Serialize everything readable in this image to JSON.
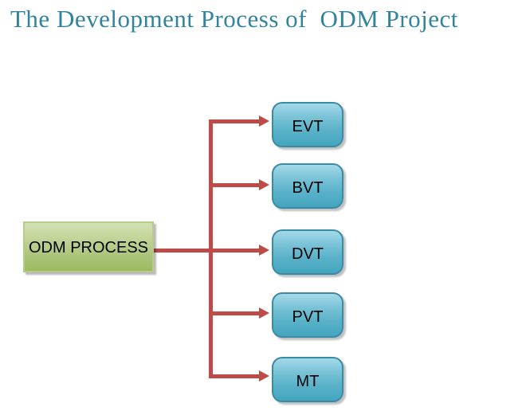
{
  "title": "The Development Process of  ODM Project",
  "diagram": {
    "root": {
      "label": "ODM PROCESS"
    },
    "stages": [
      {
        "label": "EVT"
      },
      {
        "label": "BVT"
      },
      {
        "label": "DVT"
      },
      {
        "label": "PVT"
      },
      {
        "label": "MT"
      }
    ]
  },
  "colors": {
    "title_text": "#31849B",
    "connector": "#BE4B48",
    "root_fill_top": "#D3E1B4",
    "root_fill_bottom": "#9CBA60",
    "root_border": "#B5CC8A",
    "stage_fill_top": "#A5D9E8",
    "stage_fill_bottom": "#45A5BF",
    "stage_border": "#3A8CA6",
    "label_text": "#000000",
    "background": "#FFFFFF"
  }
}
